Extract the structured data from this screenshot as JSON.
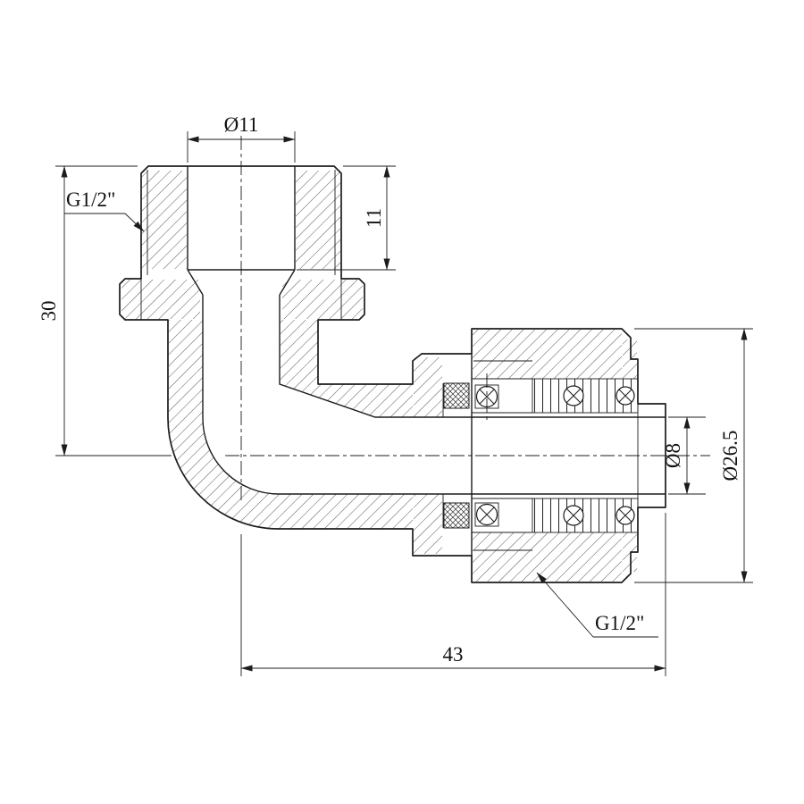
{
  "drawing": {
    "type": "technical-section-drawing",
    "background": "#ffffff",
    "line_color": "#1c1c1c",
    "dimensions": {
      "top_bore_diameter": "Ø11",
      "top_bore_depth": "11",
      "vertical_height": "30",
      "top_thread": "G1/2\"",
      "right_bore_diameter": "Ø8",
      "nut_outer_diameter": "Ø26.5",
      "right_thread": "G1/2\"",
      "horizontal_length": "43"
    }
  }
}
